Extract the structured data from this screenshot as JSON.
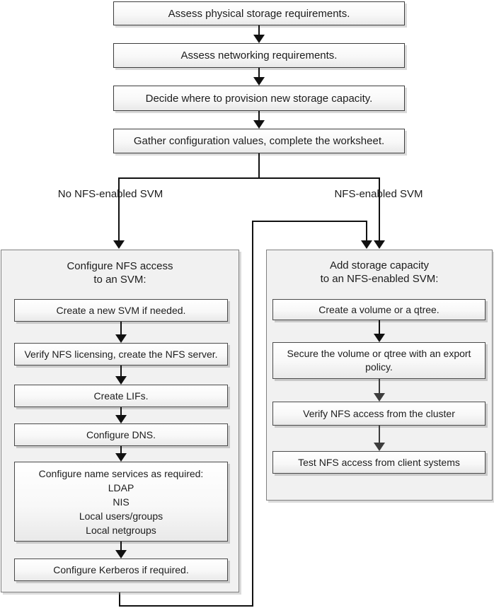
{
  "top_flow": {
    "box1": "Assess physical storage requirements.",
    "box2": "Assess networking requirements.",
    "box3": "Decide where to provision new storage capacity.",
    "box4": "Gather configuration values, complete the worksheet."
  },
  "branches": {
    "no_nfs_svm": "No NFS-enabled SVM",
    "nfs_svm": "NFS-enabled SVM"
  },
  "configure_nfs": {
    "title_line1": "Configure NFS access",
    "title_line2": "to an SVM:",
    "step1": "Create a new SVM if needed.",
    "step2": "Verify NFS licensing, create the NFS server.",
    "step3": "Create LIFs.",
    "step4": "Configure DNS.",
    "step5_line1": "Configure name services as required:",
    "step5_line2": "LDAP",
    "step5_line3": "NIS",
    "step5_line4": "Local users/groups",
    "step5_line5": "Local netgroups",
    "step6": "Configure Kerberos if required."
  },
  "add_storage": {
    "title_line1": "Add storage capacity",
    "title_line2": "to an NFS-enabled SVM:",
    "step1": "Create a volume or a qtree.",
    "step2": "Secure the volume or qtree with an export policy.",
    "step3": "Verify NFS access from the cluster",
    "step4": "Test NFS access from client systems"
  },
  "colors": {
    "box_border": "#3d3d3d",
    "panel_fill": "#f1f1f1",
    "panel_border": "#808080",
    "arrow_black": "#111111",
    "arrow_gray": "#3d3d3d",
    "text": "#1c1c1c"
  }
}
